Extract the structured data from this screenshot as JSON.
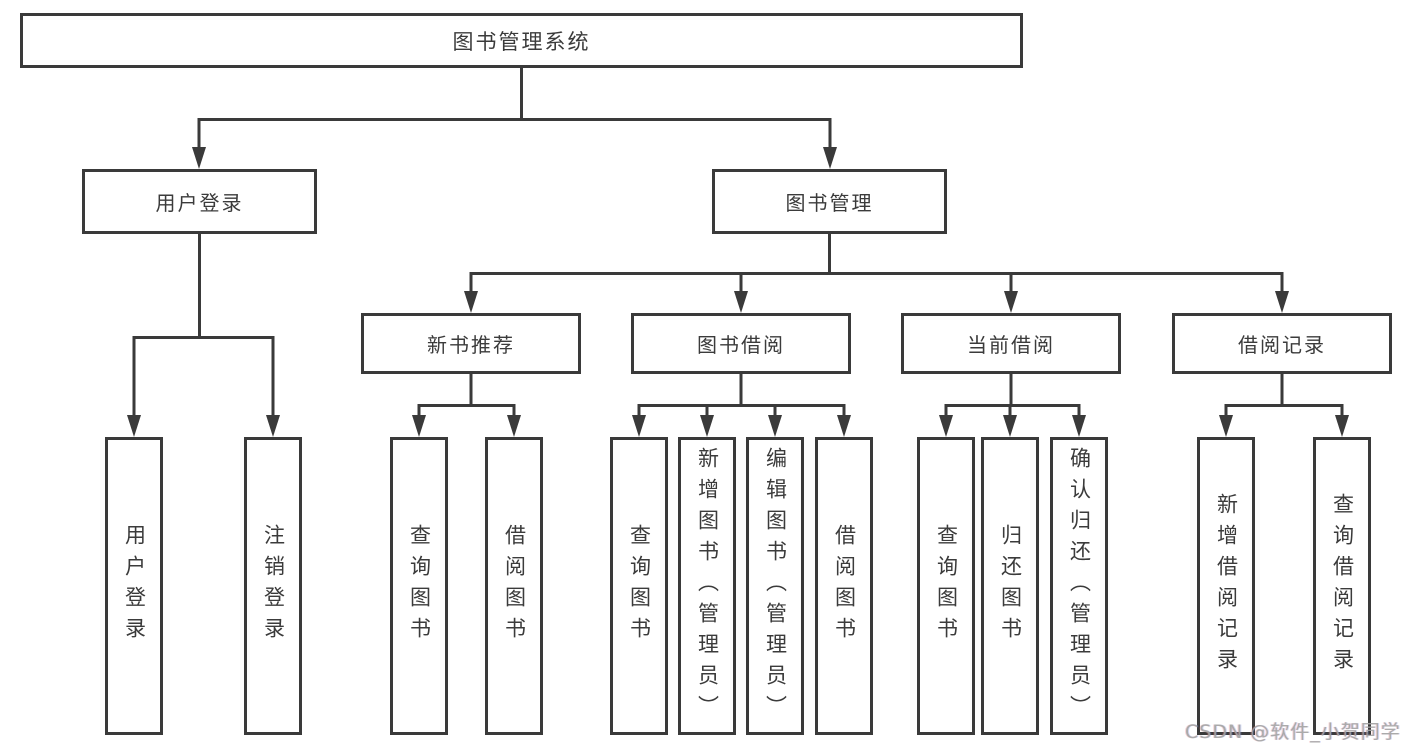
{
  "diagram": {
    "title": "图书管理系统",
    "root": {
      "label": "图书管理系统"
    },
    "level2": [
      {
        "id": "user-login",
        "label": "用户登录"
      },
      {
        "id": "book-management",
        "label": "图书管理"
      }
    ],
    "level3": [
      {
        "id": "new-book-recommend",
        "label": "新书推荐",
        "parent": "图书管理"
      },
      {
        "id": "book-borrow",
        "label": "图书借阅",
        "parent": "图书管理"
      },
      {
        "id": "current-borrow",
        "label": "当前借阅",
        "parent": "图书管理"
      },
      {
        "id": "borrow-records",
        "label": "借阅记录",
        "parent": "图书管理"
      }
    ],
    "leaves": {
      "user_login": [
        "用户登录",
        "注销登录"
      ],
      "new_book": [
        "查询图书",
        "借阅图书"
      ],
      "borrow": [
        "查询图书",
        "新增图书（管理员）",
        "编辑图书（管理员）",
        "借阅图书"
      ],
      "current": [
        "查询图书",
        "归还图书",
        "确认归还（管理员）"
      ],
      "records": [
        "新增借阅记录",
        "查询借阅记录"
      ]
    }
  },
  "watermark": "CSDN @软件_小贺同学",
  "colors": {
    "line": "#3a3a3a",
    "text": "#3b3b3b",
    "watermark": "#a3a3a3",
    "background": "#ffffff"
  }
}
